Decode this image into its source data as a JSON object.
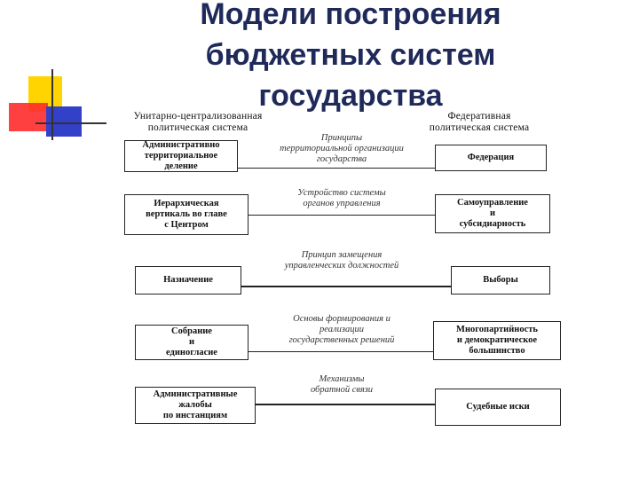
{
  "title": {
    "line1": "Модели построения",
    "line2": "бюджетных систем",
    "line3": "государства"
  },
  "left_header": [
    "Унитарно-централизованная",
    "политическая система"
  ],
  "right_header": [
    "Федеративная",
    "политическая система"
  ],
  "rows": [
    {
      "left": [
        "Административно",
        "территориальное",
        "деление"
      ],
      "middle": [
        "Принципы",
        "территориальной организации",
        "государства"
      ],
      "right": [
        "Федерация"
      ]
    },
    {
      "left": [
        "Иерархическая",
        "вертикаль во главе",
        "с Центром"
      ],
      "middle": [
        "Устройство системы",
        "органов управления"
      ],
      "right": [
        "Самоуправление",
        "и",
        "субсидиарность"
      ]
    },
    {
      "left": [
        "Назначение"
      ],
      "middle": [
        "Принцип замещения",
        "управленческих должностей"
      ],
      "right": [
        "Выборы"
      ]
    },
    {
      "left": [
        "Собрание",
        "и",
        "единогласие"
      ],
      "middle": [
        "Основы формирования и",
        "реализации",
        "государственных решений"
      ],
      "right": [
        "Многопартийность",
        "и демократическое",
        "большинство"
      ]
    },
    {
      "left": [
        "Административные",
        "жалобы",
        "по инстанциям"
      ],
      "middle": [
        "Механизмы",
        "обратной связи"
      ],
      "right": [
        "Судебные иски"
      ]
    }
  ]
}
